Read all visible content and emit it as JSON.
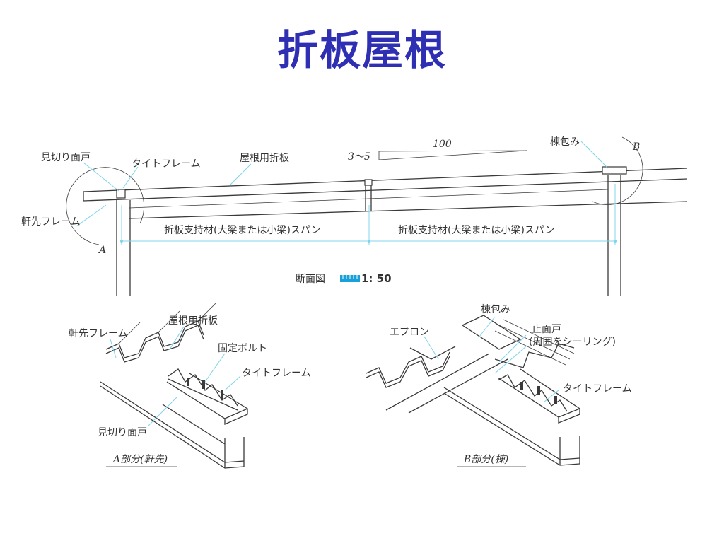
{
  "title": "折板屋根",
  "section": {
    "label_mikiri_mendo": "見切り面戸",
    "label_tight_frame": "タイトフレーム",
    "label_roof_panel": "屋根用折板",
    "label_nokisaki_frame": "軒先フレーム",
    "label_mune_tsutsumi": "棟包み",
    "detail_a": "A",
    "detail_b": "B",
    "slope_rise": "3～5",
    "slope_run": "100",
    "span_left": "折板支持材(大梁または小梁)スパン",
    "span_right": "折板支持材(大梁または小梁)スパン",
    "scale_caption": "断面図",
    "scale_value": "1: 50"
  },
  "detail_a": {
    "label_nokisaki_frame": "軒先フレーム",
    "label_roof_panel": "屋根用折板",
    "label_bolt": "固定ボルト",
    "label_tight_frame": "タイトフレーム",
    "label_mikiri_mendo": "見切り面戸",
    "caption": "A部分(軒先)"
  },
  "detail_b": {
    "label_mune_tsutsumi": "棟包み",
    "label_apron": "エプロン",
    "label_tomari_mendo": "止面戸",
    "label_sealing": "(周囲をシーリング)",
    "label_tight_frame": "タイトフレーム",
    "caption": "B部分(棟)"
  },
  "colors": {
    "title": "#2f2fb4",
    "leader": "#7fd4ec",
    "scale_bar": "#1aa0d8",
    "line": "#3a3a3a"
  }
}
